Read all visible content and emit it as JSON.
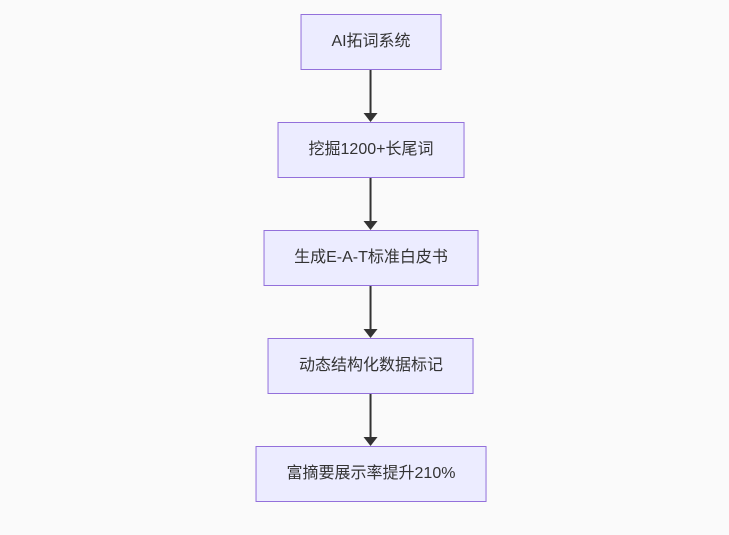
{
  "diagram": {
    "type": "flowchart",
    "direction": "top-down",
    "nodes": [
      {
        "id": "n1",
        "label": "AI拓词系统"
      },
      {
        "id": "n2",
        "label": "挖掘1200+长尾词"
      },
      {
        "id": "n3",
        "label": "生成E-A-T标准白皮书"
      },
      {
        "id": "n4",
        "label": "动态结构化数据标记"
      },
      {
        "id": "n5",
        "label": "富摘要展示率提升210%"
      }
    ],
    "edges": [
      {
        "from": "n1",
        "to": "n2"
      },
      {
        "from": "n2",
        "to": "n3"
      },
      {
        "from": "n3",
        "to": "n4"
      },
      {
        "from": "n4",
        "to": "n5"
      }
    ],
    "colors": {
      "background": "#fafafa",
      "node_fill": "#ececff",
      "node_border": "#9370db",
      "node_text": "#333333",
      "arrow": "#333333"
    }
  }
}
